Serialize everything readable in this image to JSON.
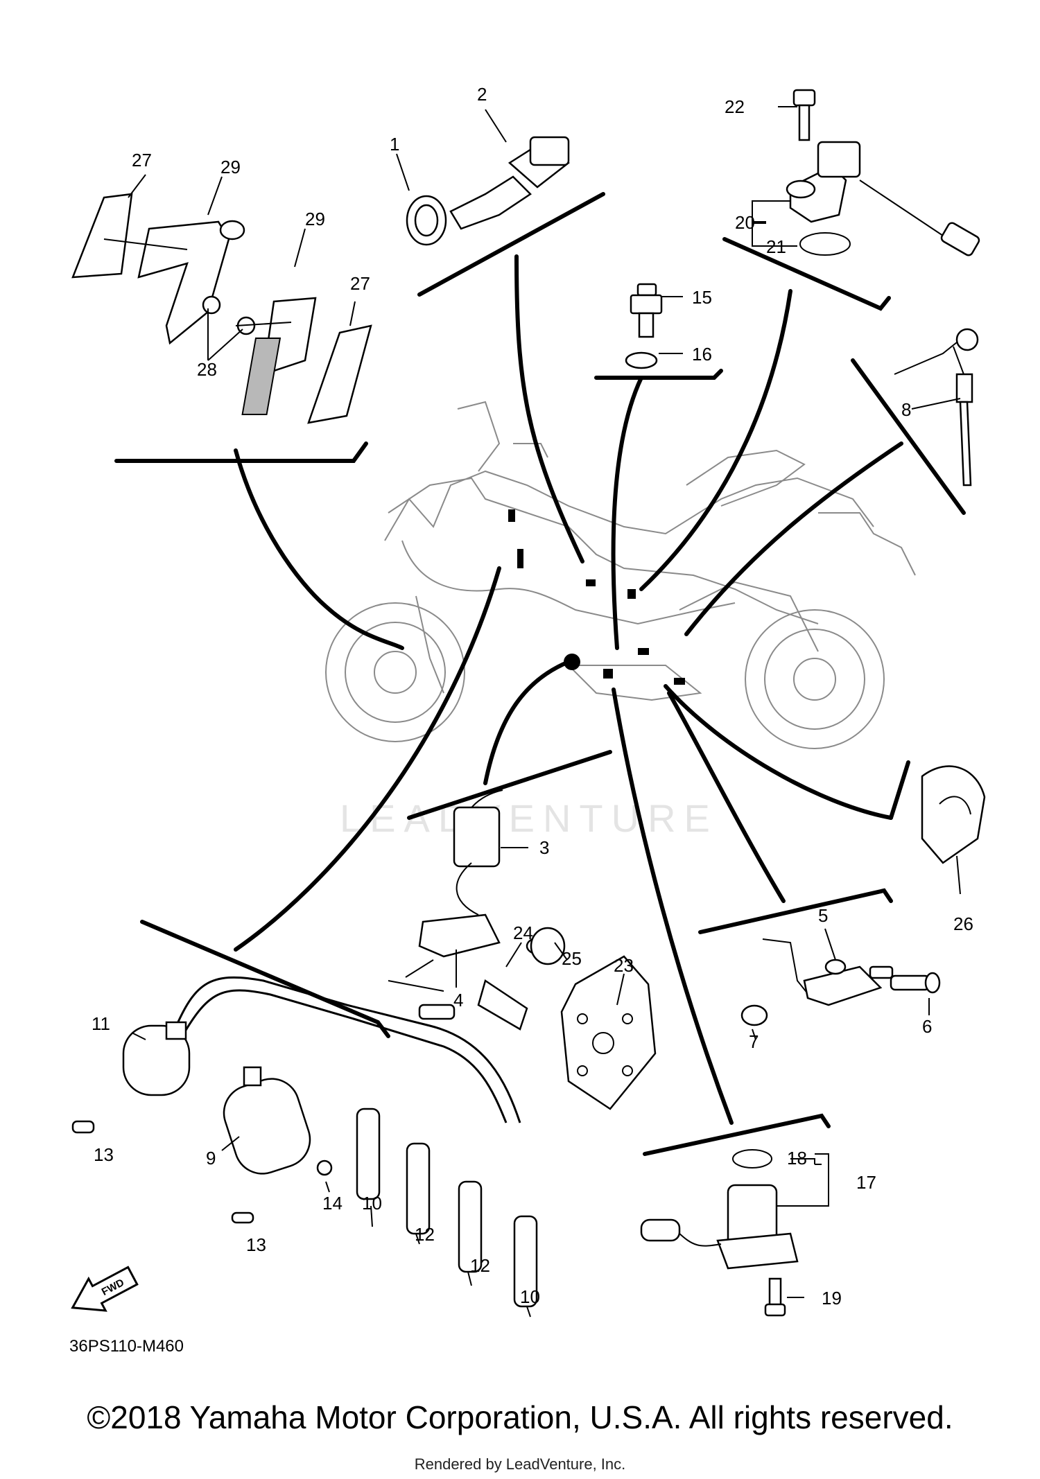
{
  "diagram_code": "36PS110-M460",
  "watermark": "LEADVENTURE",
  "fwd_label": "FWD",
  "copyright": "©2018 Yamaha Motor Corporation, U.S.A. All rights reserved.",
  "rendered_by": "Rendered by LeadVenture, Inc.",
  "callouts": {
    "c1": "1",
    "c2": "2",
    "c3": "3",
    "c4": "4",
    "c5": "5",
    "c6": "6",
    "c7": "7",
    "c8": "8",
    "c9": "9",
    "c10a": "10",
    "c10b": "10",
    "c11": "11",
    "c12a": "12",
    "c12b": "12",
    "c13a": "13",
    "c13b": "13",
    "c14": "14",
    "c15": "15",
    "c16": "16",
    "c17": "17",
    "c18": "18",
    "c19": "19",
    "c20": "20",
    "c21": "21",
    "c22": "22",
    "c23": "23",
    "c24": "24",
    "c25": "25",
    "c26": "26",
    "c27a": "27",
    "c27b": "27",
    "c28": "28",
    "c29a": "29",
    "c29b": "29"
  }
}
